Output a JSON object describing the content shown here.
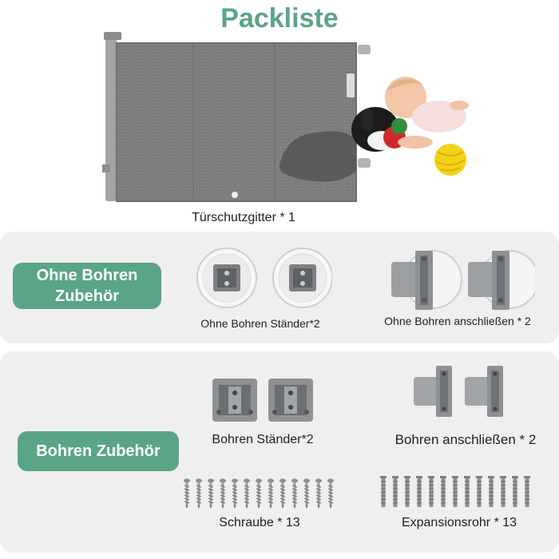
{
  "title": "Packliste",
  "gate": {
    "caption": "Türschutzgitter * 1"
  },
  "section_no_drill": {
    "label": "Ohne Bohren Zubehör",
    "items": [
      {
        "caption": "Ohne Bohren Ständer*2"
      },
      {
        "caption": "Ohne Bohren anschließen * 2"
      }
    ]
  },
  "section_drill": {
    "label": "Bohren Zubehör",
    "items": [
      {
        "caption": "Bohren Ständer*2"
      },
      {
        "caption": "Bohren anschließen * 2"
      },
      {
        "caption": "Schraube * 13"
      },
      {
        "caption": "Expansionsrohr * 13"
      }
    ]
  },
  "colors": {
    "accent": "#5aa585",
    "panel": "#efefef",
    "metal": "#8e9194"
  }
}
